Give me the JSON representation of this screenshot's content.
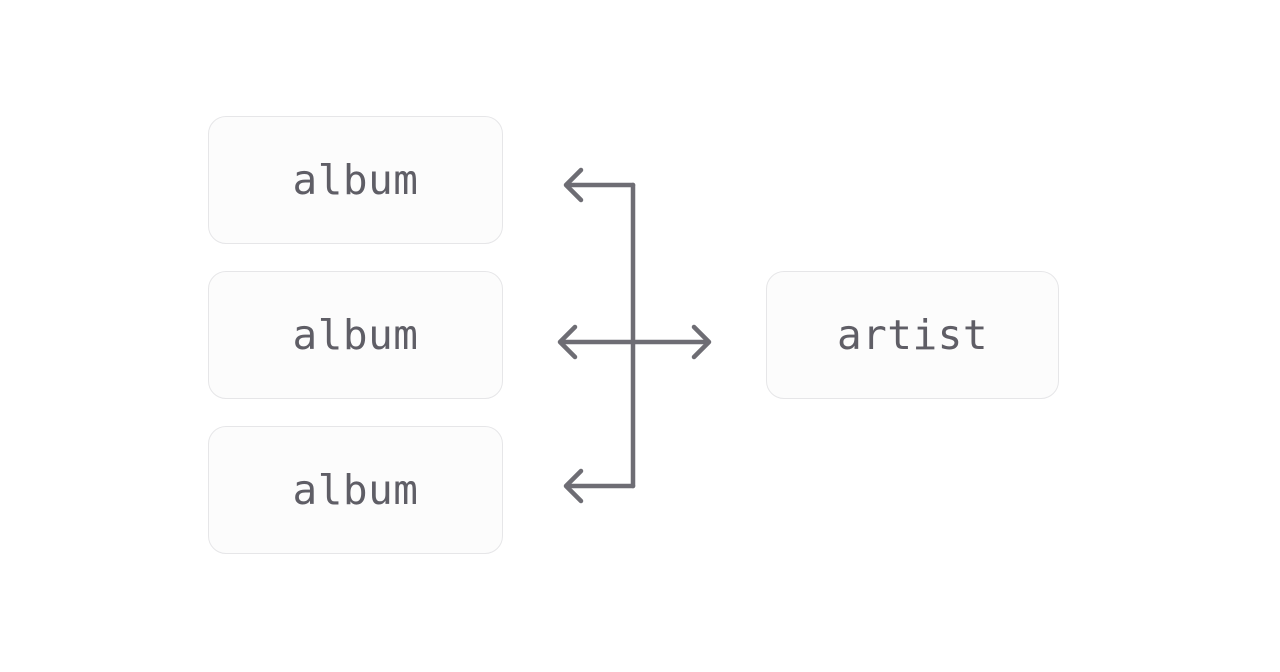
{
  "diagram": {
    "left_nodes": [
      {
        "label": "album"
      },
      {
        "label": "album"
      },
      {
        "label": "album"
      }
    ],
    "right_node": {
      "label": "artist"
    },
    "relationship": "one-to-many",
    "connector_color": "#6e6d74",
    "node_text_color": "#5f5e66",
    "node_border_color": "#e6e6e8"
  }
}
